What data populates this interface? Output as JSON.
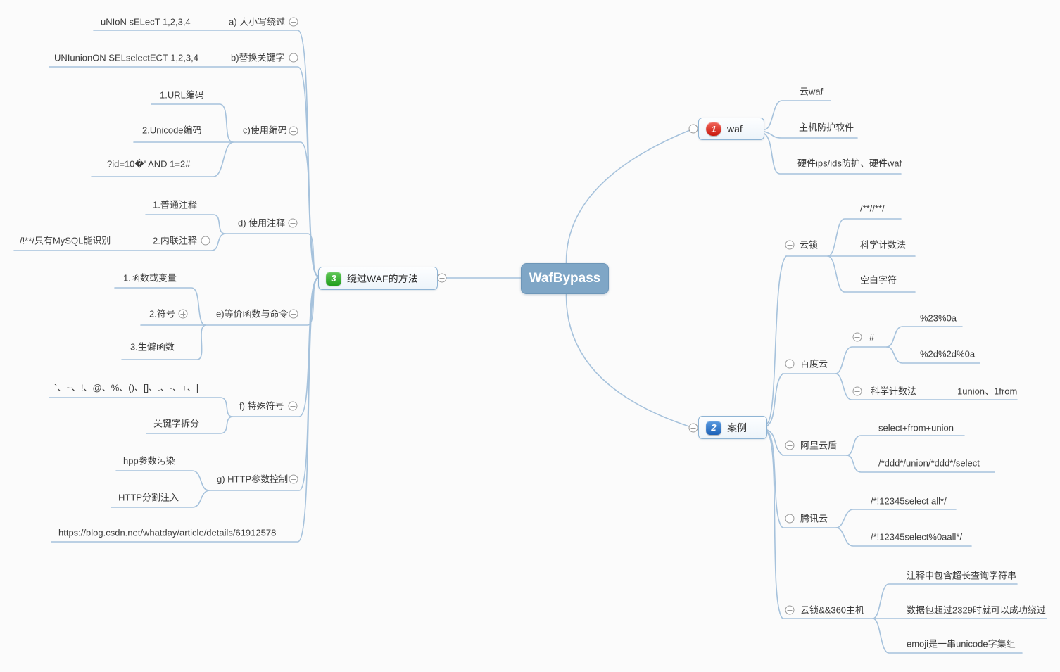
{
  "root": {
    "label": "WafBypass"
  },
  "colors": {
    "line": "#a6c2dc",
    "root_fill": "#7fa6c6",
    "node_border": "#8fb4d4",
    "badge_red": "#c8170c",
    "badge_blue": "#1c62b8",
    "badge_green": "#1f9e1b",
    "text": "#3b3b3b"
  },
  "methods": {
    "badge": "3",
    "label": "绕过WAF的方法",
    "a": {
      "label": "a) 大小写绕过",
      "child": "uNIoN sELecT 1,2,3,4"
    },
    "b": {
      "label": "b)替换关键字",
      "child": "UNIunionON SELselectECT 1,2,3,4"
    },
    "c": {
      "label": "c)使用编码",
      "c1": "1.URL编码",
      "c2": "2.Unicode编码",
      "c3": "?id=10�' AND 1=2#"
    },
    "d": {
      "label": "d) 使用注释",
      "c1": "1.普通注释",
      "c2": "2.内联注释",
      "note": "/!**/只有MySQL能识别"
    },
    "e": {
      "label": "e)等价函数与命令",
      "c1": "1.函数或变量",
      "c2": "2.符号",
      "c3": "3.生僻函数"
    },
    "f": {
      "label": "f) 特殊符号",
      "c1": "`、~、!、@、%、()、[]、.、-、+、|",
      "c2": "关键字拆分"
    },
    "g": {
      "label": "g) HTTP参数控制",
      "c1": "hpp参数污染",
      "c2": "HTTP分割注入"
    },
    "url": "https://blog.csdn.net/whatday/article/details/61912578"
  },
  "waf": {
    "badge": "1",
    "label": "waf",
    "c1": "云waf",
    "c2": "主机防护软件",
    "c3": "硬件ips/ids防护、硬件waf"
  },
  "cases": {
    "badge": "2",
    "label": "案例",
    "yunsuo": {
      "label": "云锁",
      "c1": "/**//**/",
      "c2": "科学计数法",
      "c3": "空白字符"
    },
    "baidu": {
      "label": "百度云",
      "hash": {
        "label": "#",
        "c1": "%23%0a",
        "c2": "%2d%2d%0a"
      },
      "sci": {
        "label": "科学计数法",
        "c1": "1union、1from"
      }
    },
    "aliyun": {
      "label": "阿里云盾",
      "c1": "select+from+union",
      "c2": "/*ddd*/union/*ddd*/select"
    },
    "tencent": {
      "label": "腾讯云",
      "c1": "/*!12345select all*/",
      "c2": "/*!12345select%0aall*/"
    },
    "ys360": {
      "label": "云锁&&360主机",
      "c1": "注释中包含超长查询字符串",
      "c2": "数据包超过2329时就可以成功绕过",
      "c3": "emoji是一串unicode字集组"
    }
  }
}
